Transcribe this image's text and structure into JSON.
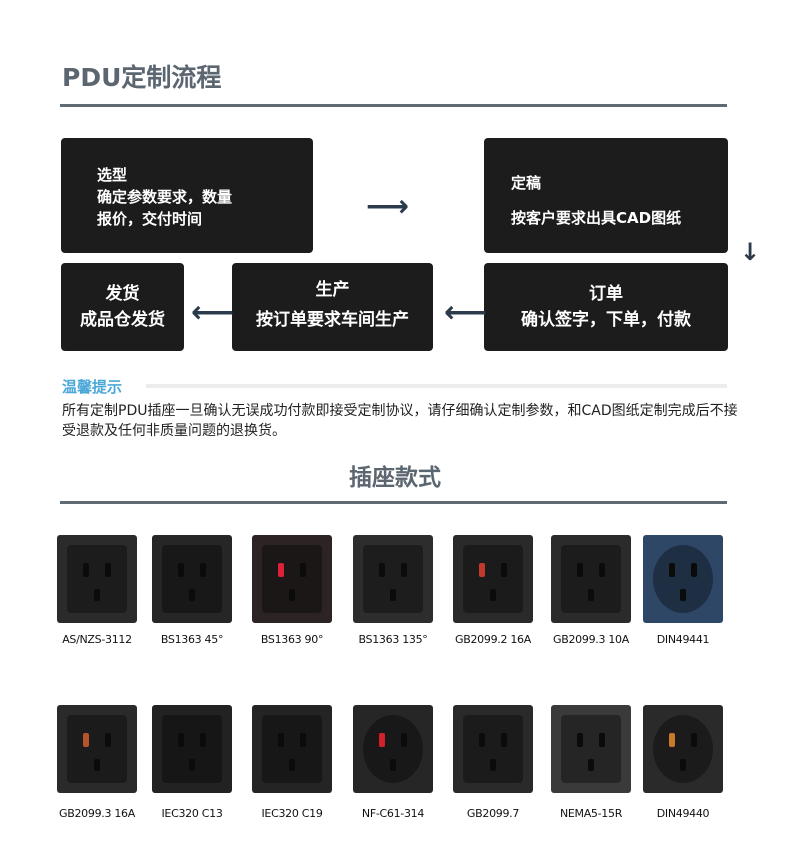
{
  "process": {
    "title": "PDU定制流程",
    "steps": [
      {
        "title": "选型",
        "lines": [
          "确定参数要求，数量",
          "报价，交付时间"
        ]
      },
      {
        "title": "定稿",
        "lines": [
          "按客户要求出具CAD图纸"
        ]
      },
      {
        "title": "订单",
        "lines": [
          "确认签字，下单，付款"
        ]
      },
      {
        "title": "生产",
        "lines": [
          "按订单要求车间生产"
        ]
      },
      {
        "title": "发货",
        "lines": [
          "成品仓发货"
        ]
      }
    ],
    "arrows": {
      "right": "⟶",
      "down": "↓",
      "left": "⟵"
    }
  },
  "tips": {
    "title": "温馨提示",
    "text": "所有定制PDU插座一旦确认无误成功付款即接受定制协议，请仔细确认定制参数，和CAD图纸定制完成后不接受退款及任何非质量问题的退换货。"
  },
  "sockets": {
    "title": "插座款式",
    "items": [
      {
        "label": "AS/NZS-3112",
        "color": "#2b2b2b"
      },
      {
        "label": "BS1363 45°",
        "color": "#262626"
      },
      {
        "label": "BS1363 90°",
        "color": "#2c2424",
        "accent": "#e0203a"
      },
      {
        "label": "BS1363 135°",
        "color": "#2d2d2d"
      },
      {
        "label": "GB2099.2 16A",
        "color": "#2a2a2a",
        "accent": "#c0392b"
      },
      {
        "label": "GB2099.3 10A",
        "color": "#2b2b2b"
      },
      {
        "label": "DIN49441",
        "color": "#2f4767"
      },
      {
        "label": "GB2099.3 16A",
        "color": "#2a2a2a",
        "accent": "#b5532a"
      },
      {
        "label": "IEC320 C13",
        "color": "#222222"
      },
      {
        "label": "IEC320 C19",
        "color": "#242424"
      },
      {
        "label": "NF-C61-314",
        "color": "#262626",
        "accent": "#d0202a"
      },
      {
        "label": "GB2099.7",
        "color": "#2a2a2a"
      },
      {
        "label": "NEMA5-15R",
        "color": "#3a3a3a"
      },
      {
        "label": "DIN49440",
        "color": "#2a2a2a",
        "accent": "#c87a2a"
      }
    ]
  }
}
